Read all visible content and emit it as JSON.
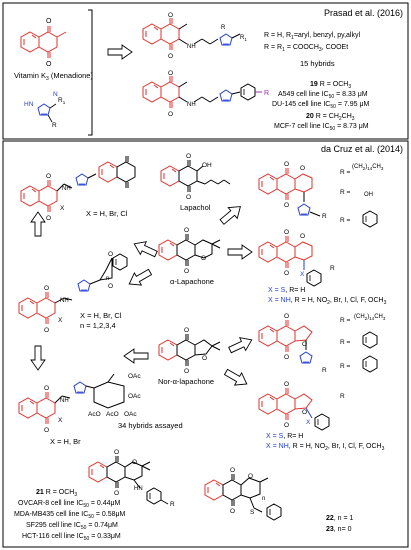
{
  "colors": {
    "black": "#000000",
    "red": "#e0322d",
    "blue": "#2440d8",
    "purple": "#9b2fb5",
    "frame": "#000000"
  },
  "top": {
    "citation": "Prasad et al. (2016)",
    "vitamin_label": "Vitamin K",
    "vitamin_sub": "3",
    "vitamin_name": "(Menadione)",
    "r_line1": "R = H, R",
    "r_line1_b": "=aryl, benzyl, py,alkyl",
    "r_line2": "R = R",
    "r_line2_b": " = COOCH",
    "r_line2_c": ", COOEt",
    "hybrids": "15 hybrids",
    "cmpd19": "19",
    "cmpd19_r": " R = OCH",
    "a549": "A549 cell line IC",
    "a549_val": " = 8.33 μM",
    "du145": "DU-145 cell line IC",
    "du145_val": " = 7.95 μM",
    "cmpd20": "20",
    "cmpd20_r": " R = CH",
    "cmpd20_r2": "CH",
    "mcf7": "MCF-7 cell line IC",
    "mcf7_val": " = 8.73 μM",
    "sub50": "50",
    "sub1": "1",
    "sub3": "3",
    "sub2": "2"
  },
  "bottom": {
    "citation": "da Cruz et al. (2014)",
    "x_hbrcl": "X = H, Br, Cl",
    "lapachol": "Lapachol",
    "alpha_lap": "α-Lapachone",
    "nor_alpha_lap": "Nor-α-lapachone",
    "x_n": "X = H, Br, Cl",
    "n_val": "n = 1,2,3,4",
    "x_hbr": "X = H, Br",
    "assayed": "34 hybrids assayed",
    "xs1": "X = S",
    "xs1_b": ", R= H",
    "xnh1": "X = NH",
    "xnh1_b": ",  R = H, NO",
    "xnh1_c": ", Br, I, Cl, F, OCH",
    "xs2": "X = S",
    "xs2_b": ", R= H",
    "xnh2": "X = NH",
    "xnh2_b": ", R = H, NO",
    "xnh2_c": ", Br, I, Cl, F, OCH",
    "r_eq": "R =",
    "chain": "(CH",
    "chain_b": ")",
    "chain_c": "CH",
    "sub14": "14",
    "cmpd21": "21",
    "cmpd21_r": " R = OCH",
    "ovcar": "OVCAR-8 cell line IC",
    "ovcar_val": " = 0.44μM",
    "mda": "MDA-MB435 cell line IC",
    "mda_val": " = 0.58μM",
    "sf295": "SF295 cell line IC",
    "sf295_val": " = 0.74μM",
    "hct": "HCT-116 cell line IC",
    "hct_val": " = 0.33μM",
    "cmpd22": "22",
    "cmpd22_n": ", n = 1",
    "cmpd23": "23",
    "cmpd23_n": ", n= 0",
    "lbl_o": "O",
    "lbl_oh": "OH",
    "lbl_nh": "NH",
    "lbl_hn": "HN",
    "lbl_n": "N",
    "lbl_s": "S",
    "lbl_x": "X",
    "lbl_r": "R",
    "lbl_n_sub": "n",
    "lbl_oac": "OAc",
    "lbl_aco": "AcO",
    "lbl_r1": "R"
  }
}
